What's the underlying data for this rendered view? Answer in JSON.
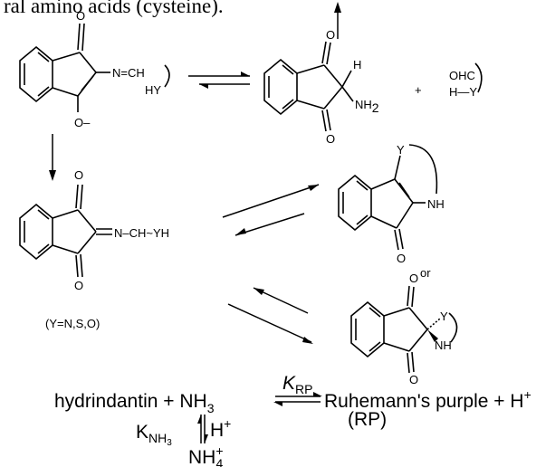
{
  "header_text": "ral amino acids (cysteine).",
  "structures": {
    "s1": {
      "label_imine": "N=CH",
      "label_hy": "HY",
      "label_o1": "O",
      "label_o2": "O"
    },
    "s2": {
      "label_h": "H",
      "label_nh2_main": "NH",
      "label_nh2_sub": "2",
      "label_o1": "O",
      "label_o2": "O"
    },
    "s3": {
      "label_ohc": "OHC",
      "label_hy": "H—Y"
    },
    "plus_top": "+",
    "s4": {
      "label_imine": "N–CH~YH",
      "label_o1": "O",
      "label_o2": "O"
    },
    "y_set_label": "(Y=N,S,O)",
    "s5": {
      "label_y": "Y",
      "label_nh": "NH",
      "label_o": "O"
    },
    "or_label": "or",
    "s6": {
      "label_y": "Y",
      "label_nh": "NH",
      "label_o1": "O",
      "label_o2": "O"
    }
  },
  "equation": {
    "left": "hydrindantin + NH",
    "left_sub": "3",
    "k_main": "K",
    "k_sub": "RP",
    "right": "Ruhemann's purple + H",
    "right_sup": "+",
    "rp_label": "(RP)",
    "k2_main": "K",
    "k2_sub": "NH",
    "k2_subsub": "3",
    "h_plus": "H",
    "h_plus_sup": "+",
    "nh4_main": "NH",
    "nh4_sub": "4",
    "nh4_sup": "+"
  }
}
